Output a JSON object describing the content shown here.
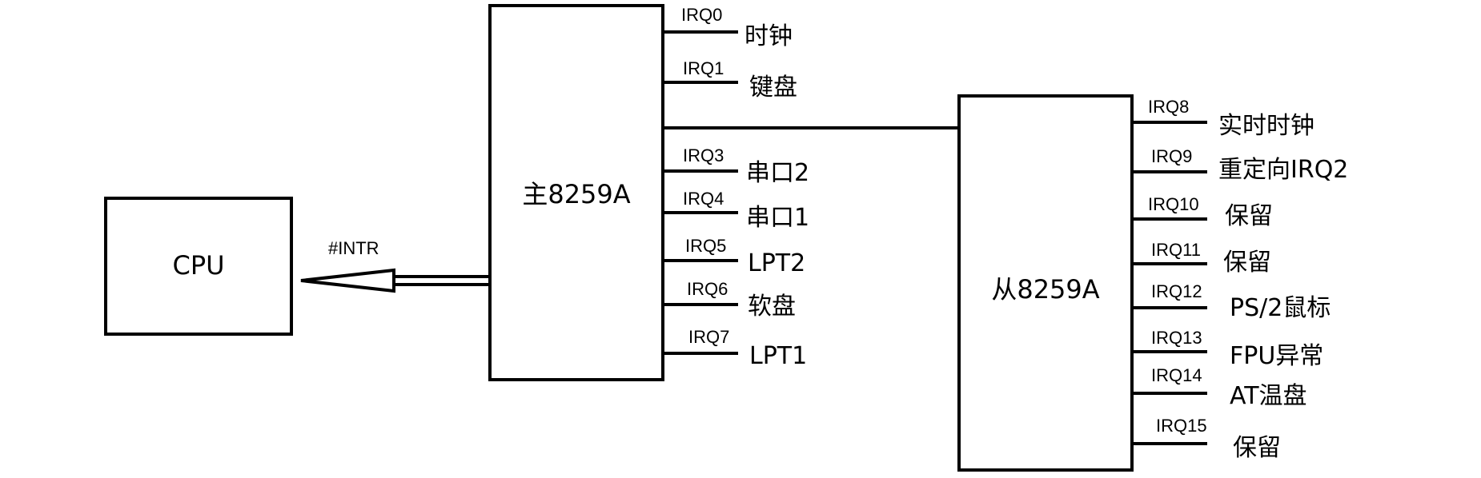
{
  "cpu": {
    "label": "CPU"
  },
  "intr_signal": {
    "label": "#INTR"
  },
  "master": {
    "label": "主8259A",
    "lines": [
      {
        "irq": "IRQ0",
        "device": "时钟"
      },
      {
        "irq": "IRQ1",
        "device": "键盘"
      },
      {
        "irq": "IRQ3",
        "device": "串口2"
      },
      {
        "irq": "IRQ4",
        "device": "串口1"
      },
      {
        "irq": "IRQ5",
        "device": "LPT2"
      },
      {
        "irq": "IRQ6",
        "device": "软盘"
      },
      {
        "irq": "IRQ7",
        "device": "LPT1"
      }
    ]
  },
  "slave": {
    "label": "从8259A",
    "lines": [
      {
        "irq": "IRQ8",
        "device": "实时时钟"
      },
      {
        "irq": "IRQ9",
        "device": "重定向IRQ2"
      },
      {
        "irq": "IRQ10",
        "device": "保留"
      },
      {
        "irq": "IRQ11",
        "device": "保留"
      },
      {
        "irq": "IRQ12",
        "device": "PS/2鼠标"
      },
      {
        "irq": "IRQ13",
        "device": "FPU异常"
      },
      {
        "irq": "IRQ14",
        "device": "AT温盘"
      },
      {
        "irq": "IRQ15",
        "device": "保留"
      }
    ]
  }
}
